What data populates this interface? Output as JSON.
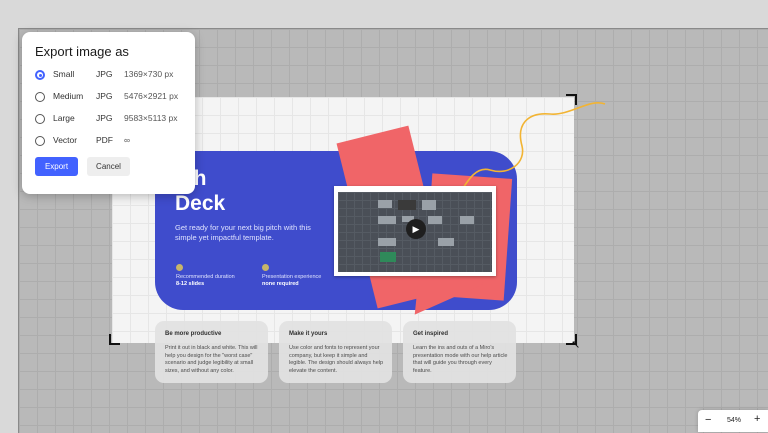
{
  "export_panel": {
    "title": "Export image as",
    "options": [
      {
        "name": "Small",
        "format": "JPG",
        "size": "1369×730 px",
        "selected": true
      },
      {
        "name": "Medium",
        "format": "JPG",
        "size": "5476×2921 px",
        "selected": false
      },
      {
        "name": "Large",
        "format": "JPG",
        "size": "9583×5113 px",
        "selected": false
      },
      {
        "name": "Vector",
        "format": "PDF",
        "size": "∞",
        "selected": false
      }
    ],
    "export_label": "Export",
    "cancel_label": "Cancel"
  },
  "slide": {
    "title": "tch\nDeck",
    "subtitle": "Get ready for your next big pitch with this simple yet impactful template.",
    "duration_label": "Recommended duration",
    "duration_value": "8-12 slides",
    "experience_label": "Presentation experience",
    "experience_value": "none required"
  },
  "tips": [
    {
      "title": "Be more productive",
      "body": "Print it out in black and white. This will help you design for the \"worst case\" scenario and judge legibility at small sizes, and without any color."
    },
    {
      "title": "Make it yours",
      "body": "Use color and fonts to represent your company, but keep it simple and legible. The design should always help elevate the content."
    },
    {
      "title": "Get inspired",
      "body": "Learn the ins and outs of a Miro's presentation mode with our help article that will guide you through every feature."
    }
  ],
  "zoom": {
    "value": "54%",
    "minus": "−",
    "plus": "+"
  },
  "colors": {
    "accent": "#4262ff",
    "card_blue": "#3f4ccc",
    "shape_red": "#f06568"
  },
  "icons": {
    "play": "play-icon",
    "cursor": "resize-cursor-icon"
  }
}
